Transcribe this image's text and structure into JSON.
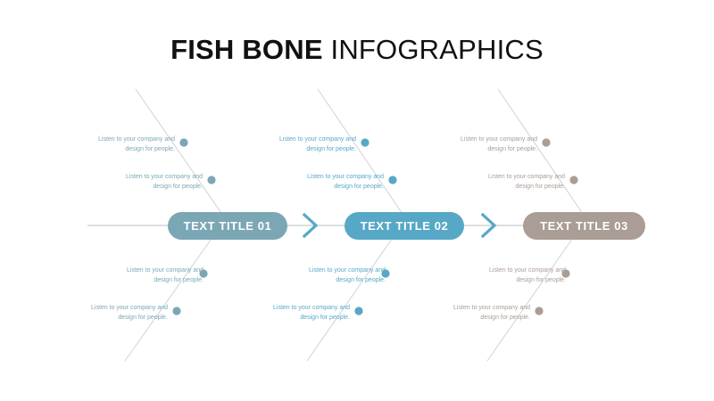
{
  "title": {
    "bold_part": "FISH BONE",
    "light_part": " INFOGRAPHICS"
  },
  "colors": {
    "branch1": "#7ba7b5",
    "branch2": "#57a8c6",
    "branch3": "#a99d96",
    "spine_line": "#b9bfc2",
    "bone_line": "#cfd3d6",
    "arrow": "#57a8c6",
    "title_text": "#111111",
    "pill_text": "#ffffff",
    "background": "#ffffff"
  },
  "spine": {
    "arrow_1": "chevron-right",
    "arrow_2": "chevron-right"
  },
  "nodes": [
    {
      "id": "node-1",
      "label": "TEXT TITLE 01",
      "color": "#7ba7b5",
      "text_color": "#7ba7b5",
      "notes": [
        {
          "position": "top-outer",
          "text": "Listen to your company and design for people."
        },
        {
          "position": "top-inner",
          "text": "Listen to your company and design for people."
        },
        {
          "position": "bottom-inner",
          "text": "Listen to your company and design for people."
        },
        {
          "position": "bottom-outer",
          "text": "Listen to your company and design for people."
        }
      ]
    },
    {
      "id": "node-2",
      "label": "TEXT TITLE 02",
      "color": "#57a8c6",
      "text_color": "#57a8c6",
      "notes": [
        {
          "position": "top-outer",
          "text": "Listen to your company and design for people."
        },
        {
          "position": "top-inner",
          "text": "Listen to your company and design for people."
        },
        {
          "position": "bottom-inner",
          "text": "Listen to your company and design for people."
        },
        {
          "position": "bottom-outer",
          "text": "Listen to your company and design for people."
        }
      ]
    },
    {
      "id": "node-3",
      "label": "TEXT TITLE 03",
      "color": "#a99d96",
      "text_color": "#a99d96",
      "notes": [
        {
          "position": "top-outer",
          "text": "Listen to your company and design for people."
        },
        {
          "position": "top-inner",
          "text": "Listen to your company and design for people."
        },
        {
          "position": "bottom-inner",
          "text": "Listen to your company and design for people."
        },
        {
          "position": "bottom-outer",
          "text": "Listen to your company and design for people."
        }
      ]
    }
  ]
}
